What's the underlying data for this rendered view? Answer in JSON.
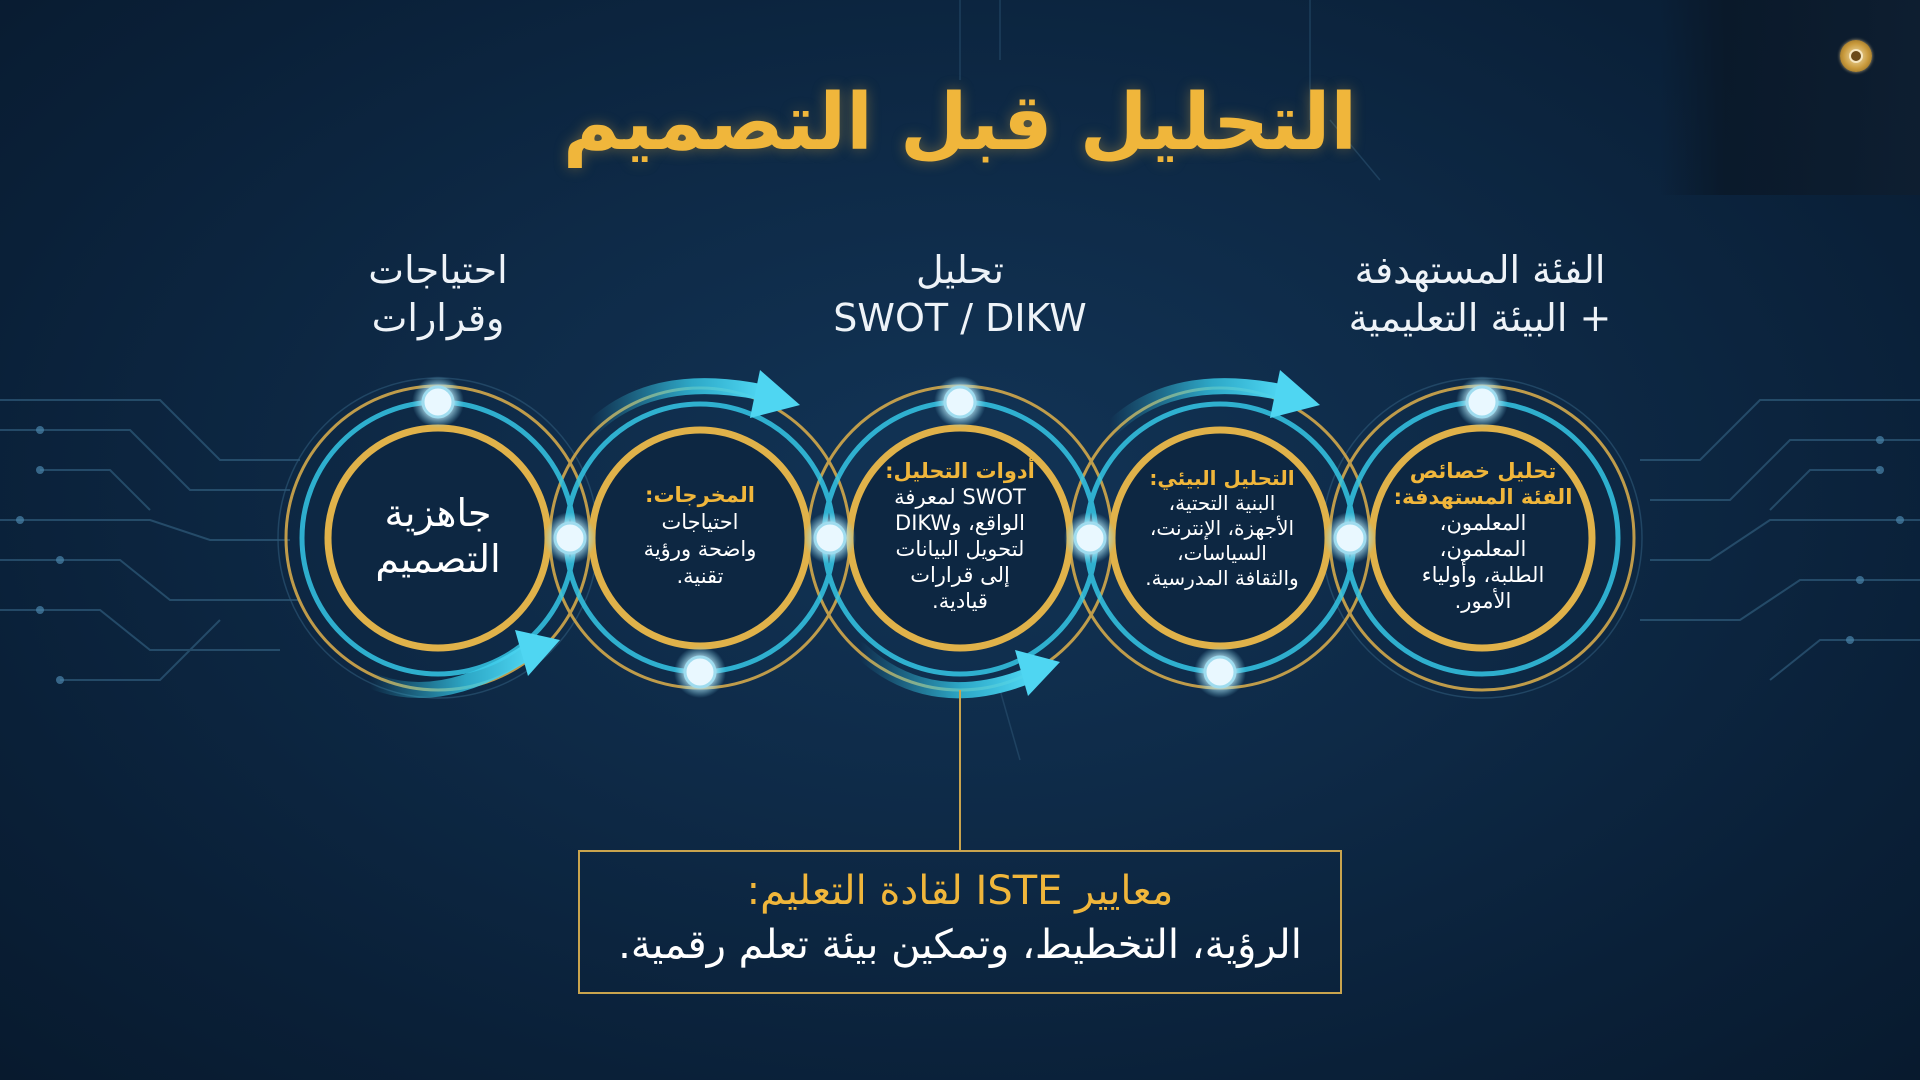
{
  "title": "التحليل قبل التصميم",
  "stage_labels": [
    "الفئة المستهدفة\n+ البيئة التعليمية",
    "تحليل\nSWOT / DIKW",
    "احتياجات\nوقرارات"
  ],
  "rings": [
    {
      "heading": "تحليل خصائص\nالفئة المستهدفة:",
      "body": "المعلمون،\nالمعلمون،\nالطلبة، وأولياء\nالأمور."
    },
    {
      "heading": "التحليل البيئي:",
      "body": "البنية التحتية،\nالأجهزة، الإنترنت،\nالسياسات،\nوالثقافة المدرسية."
    },
    {
      "heading": "أدوات التحليل:",
      "body": "SWOT لمعرفة\nالواقع، وDIKW\nلتحويل البيانات\nإلى قرارات\nقيادية."
    },
    {
      "heading": "المخرجات:",
      "body": "احتياجات\nواضحة ورؤية\nتقنية."
    },
    {
      "heading": "",
      "body": "جاهزية\nالتصميم"
    }
  ],
  "bottom_box": {
    "title": "معايير ISTE لقادة التعليم:",
    "subtitle": "الرؤية، التخطيط، وتمكين بيئة تعلم رقمية."
  },
  "colors": {
    "gold": "#f0b63b",
    "cyan": "#35c7e6",
    "ring_gold": "#d3a94b",
    "background": "#0e2a47"
  },
  "icons": [
    "logo-seal-icon",
    "flow-arrow-icon"
  ]
}
